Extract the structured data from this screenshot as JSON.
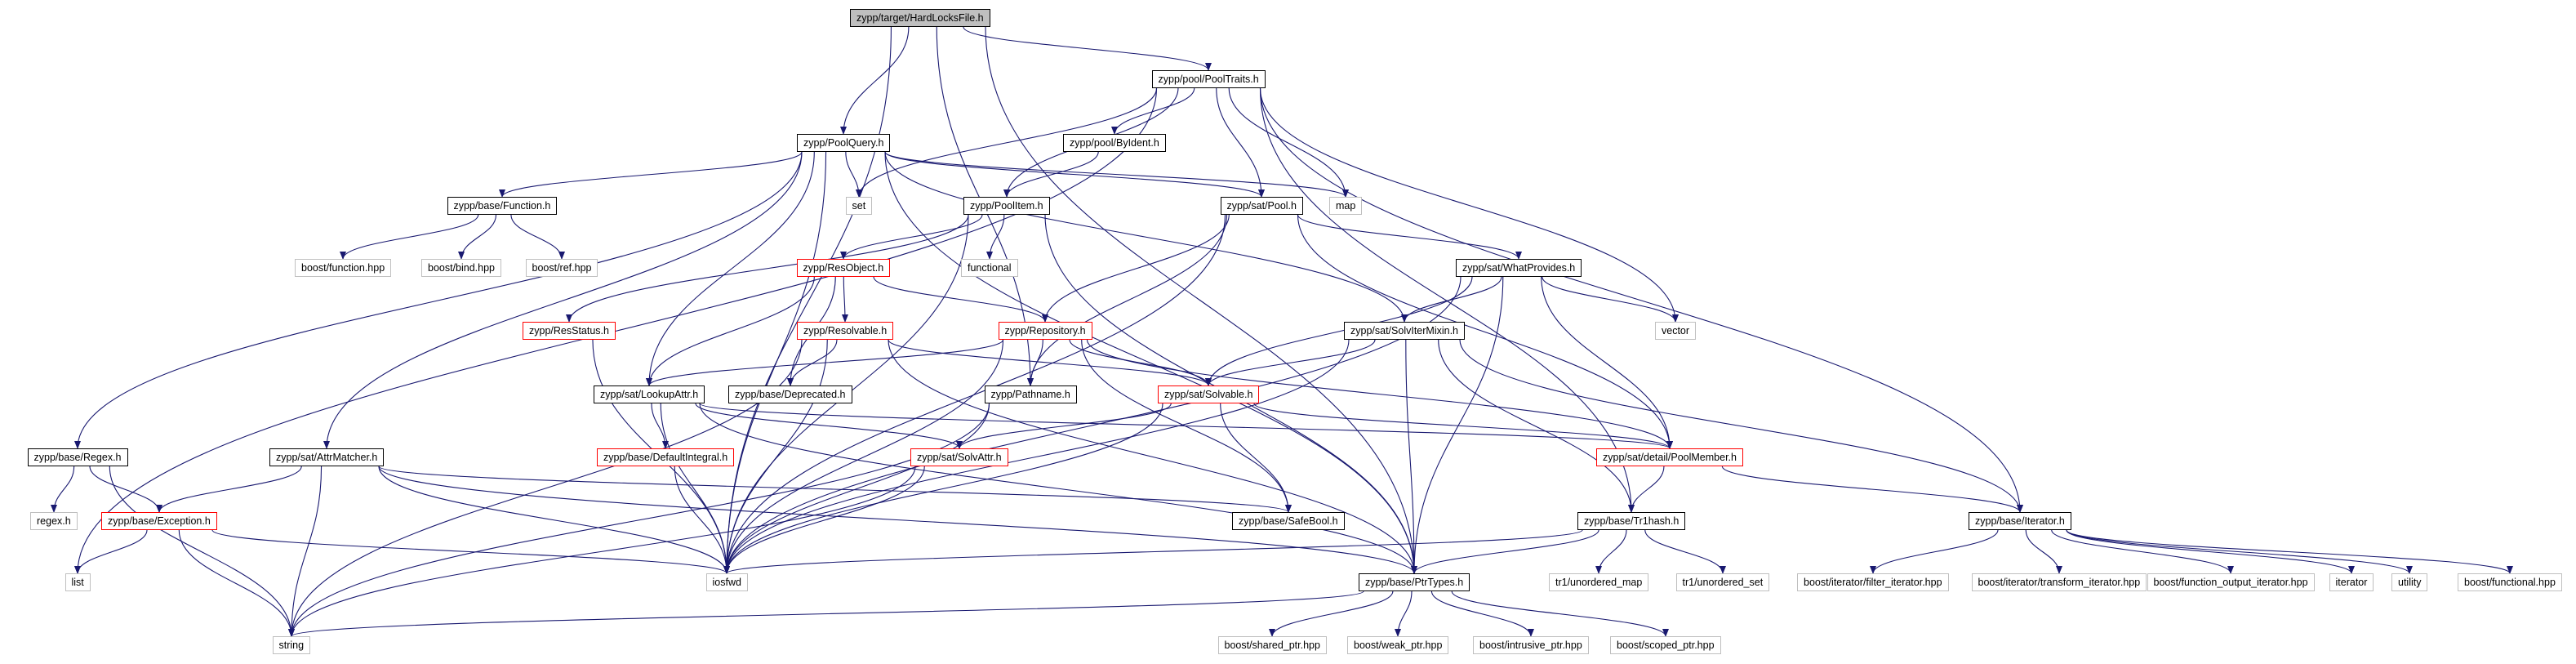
{
  "nodes": [
    {
      "id": "root",
      "label": "zypp/target/HardLocksFile.h",
      "kind": "root"
    },
    {
      "id": "pooltraits",
      "label": "zypp/pool/PoolTraits.h",
      "kind": "box"
    },
    {
      "id": "poolquery",
      "label": "zypp/PoolQuery.h",
      "kind": "box"
    },
    {
      "id": "byident",
      "label": "zypp/pool/ByIdent.h",
      "kind": "box"
    },
    {
      "id": "set",
      "label": "set",
      "kind": "ext"
    },
    {
      "id": "map",
      "label": "map",
      "kind": "ext"
    },
    {
      "id": "function",
      "label": "zypp/base/Function.h",
      "kind": "box"
    },
    {
      "id": "poolitem",
      "label": "zypp/PoolItem.h",
      "kind": "box"
    },
    {
      "id": "satpool",
      "label": "zypp/sat/Pool.h",
      "kind": "box"
    },
    {
      "id": "boostfunction",
      "label": "boost/function.hpp",
      "kind": "ext"
    },
    {
      "id": "boostbind",
      "label": "boost/bind.hpp",
      "kind": "ext"
    },
    {
      "id": "boostref",
      "label": "boost/ref.hpp",
      "kind": "ext"
    },
    {
      "id": "functional",
      "label": "functional",
      "kind": "ext"
    },
    {
      "id": "resobject",
      "label": "zypp/ResObject.h",
      "kind": "red"
    },
    {
      "id": "whatprovides",
      "label": "zypp/sat/WhatProvides.h",
      "kind": "box"
    },
    {
      "id": "resstatus",
      "label": "zypp/ResStatus.h",
      "kind": "red"
    },
    {
      "id": "resolvable",
      "label": "zypp/Resolvable.h",
      "kind": "red"
    },
    {
      "id": "repository",
      "label": "zypp/Repository.h",
      "kind": "red"
    },
    {
      "id": "solviter",
      "label": "zypp/sat/SolvIterMixin.h",
      "kind": "box"
    },
    {
      "id": "vector",
      "label": "vector",
      "kind": "ext"
    },
    {
      "id": "lookupattr",
      "label": "zypp/sat/LookupAttr.h",
      "kind": "box"
    },
    {
      "id": "deprecated",
      "label": "zypp/base/Deprecated.h",
      "kind": "box"
    },
    {
      "id": "pathname",
      "label": "zypp/Pathname.h",
      "kind": "box"
    },
    {
      "id": "solvable",
      "label": "zypp/sat/Solvable.h",
      "kind": "red"
    },
    {
      "id": "regex",
      "label": "zypp/base/Regex.h",
      "kind": "box"
    },
    {
      "id": "attrmatcher",
      "label": "zypp/sat/AttrMatcher.h",
      "kind": "box"
    },
    {
      "id": "defaultintegral",
      "label": "zypp/base/DefaultIntegral.h",
      "kind": "red"
    },
    {
      "id": "solvattr",
      "label": "zypp/sat/SolvAttr.h",
      "kind": "red"
    },
    {
      "id": "poolmember",
      "label": "zypp/sat/detail/PoolMember.h",
      "kind": "red"
    },
    {
      "id": "regexh",
      "label": "regex.h",
      "kind": "ext"
    },
    {
      "id": "exception",
      "label": "zypp/base/Exception.h",
      "kind": "red"
    },
    {
      "id": "safebool",
      "label": "zypp/base/SafeBool.h",
      "kind": "box"
    },
    {
      "id": "tr1hash",
      "label": "zypp/base/Tr1hash.h",
      "kind": "box"
    },
    {
      "id": "iterator",
      "label": "zypp/base/Iterator.h",
      "kind": "box"
    },
    {
      "id": "list",
      "label": "list",
      "kind": "ext"
    },
    {
      "id": "iosfwd",
      "label": "iosfwd",
      "kind": "ext"
    },
    {
      "id": "ptrtypes",
      "label": "zypp/base/PtrTypes.h",
      "kind": "box"
    },
    {
      "id": "tr1umap",
      "label": "tr1/unordered_map",
      "kind": "ext"
    },
    {
      "id": "tr1uset",
      "label": "tr1/unordered_set",
      "kind": "ext"
    },
    {
      "id": "filteriter",
      "label": "boost/iterator/filter_iterator.hpp",
      "kind": "ext"
    },
    {
      "id": "transformiter",
      "label": "boost/iterator/transform_iterator.hpp",
      "kind": "ext"
    },
    {
      "id": "funcoutiter",
      "label": "boost/function_output_iterator.hpp",
      "kind": "ext"
    },
    {
      "id": "iteratorstd",
      "label": "iterator",
      "kind": "ext"
    },
    {
      "id": "utility",
      "label": "utility",
      "kind": "ext"
    },
    {
      "id": "boostfunctional",
      "label": "boost/functional.hpp",
      "kind": "ext"
    },
    {
      "id": "string",
      "label": "string",
      "kind": "ext"
    },
    {
      "id": "sharedptr",
      "label": "boost/shared_ptr.hpp",
      "kind": "ext"
    },
    {
      "id": "weakptr",
      "label": "boost/weak_ptr.hpp",
      "kind": "ext"
    },
    {
      "id": "intrusiveptr",
      "label": "boost/intrusive_ptr.hpp",
      "kind": "ext"
    },
    {
      "id": "scopedptr",
      "label": "boost/scoped_ptr.hpp",
      "kind": "ext"
    }
  ],
  "edges": [
    [
      "root",
      "pooltraits"
    ],
    [
      "root",
      "poolquery"
    ],
    [
      "root",
      "pathname"
    ],
    [
      "root",
      "iosfwd"
    ],
    [
      "root",
      "ptrtypes"
    ],
    [
      "pooltraits",
      "set"
    ],
    [
      "pooltraits",
      "map"
    ],
    [
      "pooltraits",
      "byident"
    ],
    [
      "pooltraits",
      "poolitem"
    ],
    [
      "pooltraits",
      "satpool"
    ],
    [
      "pooltraits",
      "vector"
    ],
    [
      "pooltraits",
      "tr1hash"
    ],
    [
      "pooltraits",
      "iterator"
    ],
    [
      "pooltraits",
      "list"
    ],
    [
      "byident",
      "poolitem"
    ],
    [
      "poolquery",
      "set"
    ],
    [
      "poolquery",
      "map"
    ],
    [
      "poolquery",
      "function"
    ],
    [
      "poolquery",
      "regex"
    ],
    [
      "poolquery",
      "attrmatcher"
    ],
    [
      "poolquery",
      "satpool"
    ],
    [
      "poolquery",
      "solviter"
    ],
    [
      "poolquery",
      "lookupattr"
    ],
    [
      "poolquery",
      "iosfwd"
    ],
    [
      "poolquery",
      "ptrtypes"
    ],
    [
      "function",
      "boostfunction"
    ],
    [
      "function",
      "boostbind"
    ],
    [
      "function",
      "boostref"
    ],
    [
      "poolitem",
      "functional"
    ],
    [
      "poolitem",
      "resobject"
    ],
    [
      "poolitem",
      "resstatus"
    ],
    [
      "poolitem",
      "iosfwd"
    ],
    [
      "poolitem",
      "ptrtypes"
    ],
    [
      "satpool",
      "whatprovides"
    ],
    [
      "satpool",
      "repository"
    ],
    [
      "satpool",
      "pathname"
    ],
    [
      "satpool",
      "poolmember"
    ],
    [
      "satpool",
      "iosfwd"
    ],
    [
      "resobject",
      "resolvable"
    ],
    [
      "resobject",
      "repository"
    ],
    [
      "resobject",
      "lookupattr"
    ],
    [
      "resobject",
      "deprecated"
    ],
    [
      "resstatus",
      "iosfwd"
    ],
    [
      "resolvable",
      "deprecated"
    ],
    [
      "resolvable",
      "solvable"
    ],
    [
      "resolvable",
      "string"
    ],
    [
      "resolvable",
      "iosfwd"
    ],
    [
      "resolvable",
      "ptrtypes"
    ],
    [
      "repository",
      "lookupattr"
    ],
    [
      "repository",
      "pathname"
    ],
    [
      "repository",
      "solvable"
    ],
    [
      "repository",
      "poolmember"
    ],
    [
      "repository",
      "safebool"
    ],
    [
      "repository",
      "iosfwd"
    ],
    [
      "whatprovides",
      "solviter"
    ],
    [
      "whatprovides",
      "solvable"
    ],
    [
      "whatprovides",
      "poolmember"
    ],
    [
      "whatprovides",
      "vector"
    ],
    [
      "whatprovides",
      "ptrtypes"
    ],
    [
      "whatprovides",
      "iosfwd"
    ],
    [
      "solviter",
      "solvable"
    ],
    [
      "solviter",
      "tr1hash"
    ],
    [
      "solviter",
      "iterator"
    ],
    [
      "solviter",
      "ptrtypes"
    ],
    [
      "solviter",
      "iosfwd"
    ],
    [
      "lookupattr",
      "defaultintegral"
    ],
    [
      "lookupattr",
      "solvattr"
    ],
    [
      "lookupattr",
      "poolmember"
    ],
    [
      "lookupattr",
      "ptrtypes"
    ],
    [
      "lookupattr",
      "iosfwd"
    ],
    [
      "pathname",
      "iosfwd"
    ],
    [
      "pathname",
      "string"
    ],
    [
      "solvable",
      "solvattr"
    ],
    [
      "solvable",
      "poolmember"
    ],
    [
      "solvable",
      "safebool"
    ],
    [
      "solvable",
      "iosfwd"
    ],
    [
      "regex",
      "regexh"
    ],
    [
      "regex",
      "exception"
    ],
    [
      "regex",
      "string"
    ],
    [
      "attrmatcher",
      "exception"
    ],
    [
      "attrmatcher",
      "safebool"
    ],
    [
      "attrmatcher",
      "ptrtypes"
    ],
    [
      "attrmatcher",
      "iosfwd"
    ],
    [
      "attrmatcher",
      "string"
    ],
    [
      "defaultintegral",
      "iosfwd"
    ],
    [
      "solvattr",
      "iosfwd"
    ],
    [
      "solvattr",
      "string"
    ],
    [
      "poolmember",
      "tr1hash"
    ],
    [
      "poolmember",
      "iterator"
    ],
    [
      "exception",
      "list"
    ],
    [
      "exception",
      "iosfwd"
    ],
    [
      "exception",
      "string"
    ],
    [
      "tr1hash",
      "tr1umap"
    ],
    [
      "tr1hash",
      "tr1uset"
    ],
    [
      "tr1hash",
      "ptrtypes"
    ],
    [
      "tr1hash",
      "iosfwd"
    ],
    [
      "iterator",
      "filteriter"
    ],
    [
      "iterator",
      "transformiter"
    ],
    [
      "iterator",
      "funcoutiter"
    ],
    [
      "iterator",
      "iteratorstd"
    ],
    [
      "iterator",
      "utility"
    ],
    [
      "iterator",
      "boostfunctional"
    ],
    [
      "ptrtypes",
      "string"
    ],
    [
      "ptrtypes",
      "sharedptr"
    ],
    [
      "ptrtypes",
      "weakptr"
    ],
    [
      "ptrtypes",
      "intrusiveptr"
    ],
    [
      "ptrtypes",
      "scopedptr"
    ]
  ],
  "colors": {
    "edge": "#191970",
    "box_border": "#000000",
    "red_border": "#ff0000",
    "ext_border": "#bfbfbf",
    "root_fill": "#bfbfbf"
  }
}
